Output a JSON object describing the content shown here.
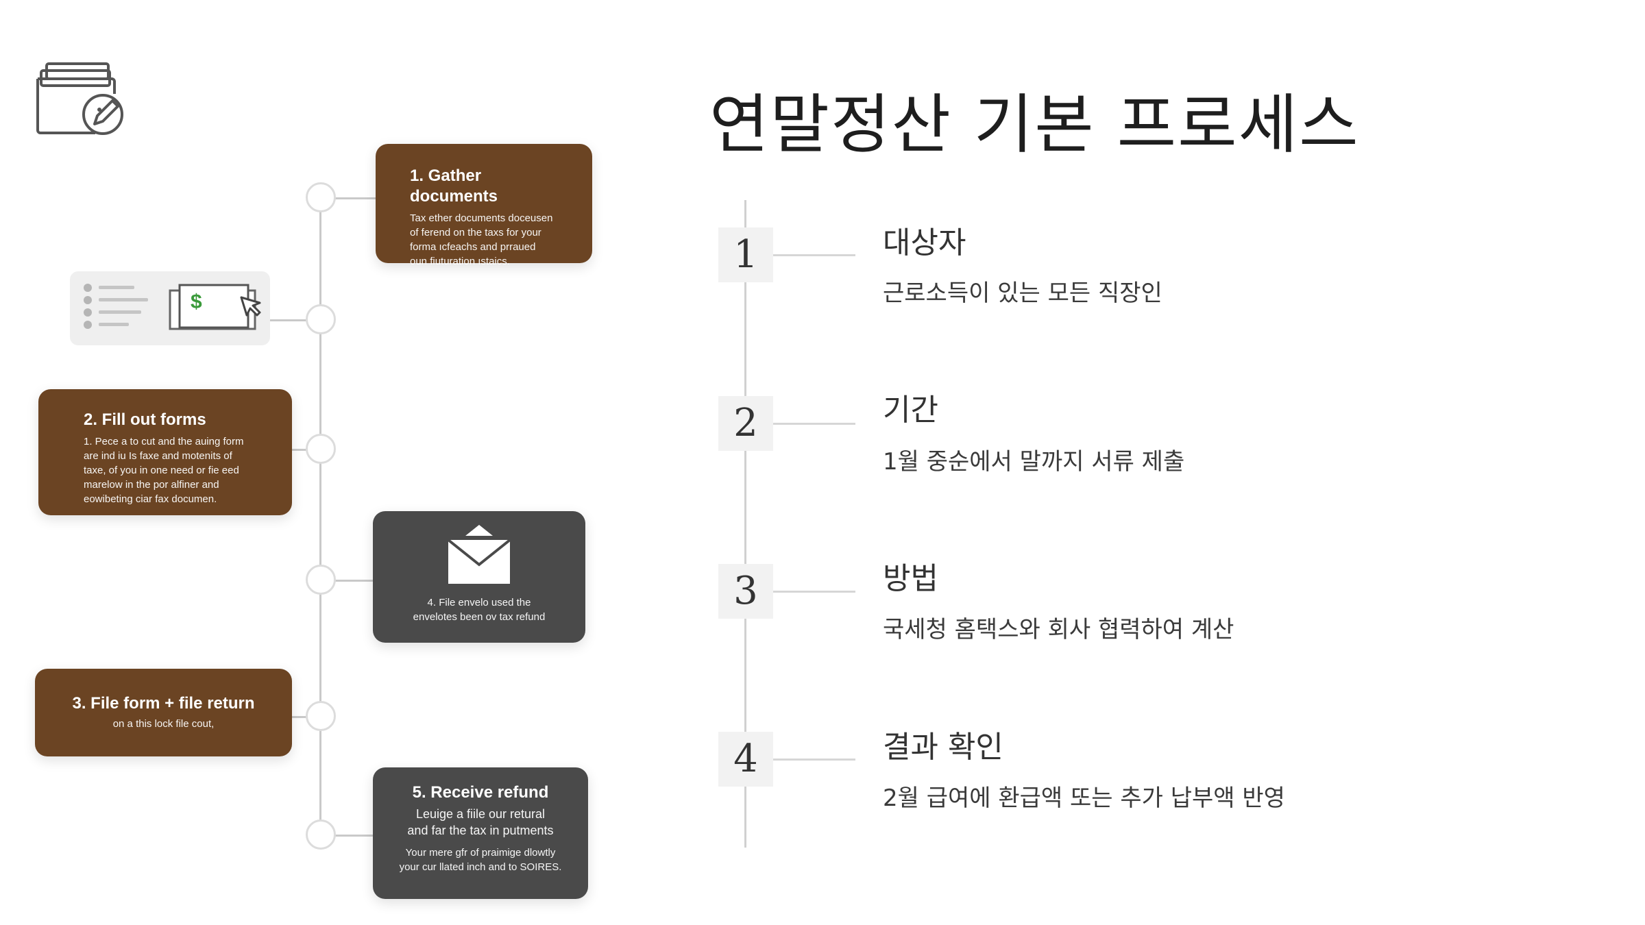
{
  "title": "연말정산 기본 프로세스",
  "left_flow": {
    "cards": [
      {
        "title": "1. Gather documents",
        "text": [
          "Tax ether documents doceusen",
          "of ferend on the taxs for your",
          "forma ıcfeachs and prraued",
          "oun fiuturation ıstaics."
        ]
      },
      {
        "title": "2. Fill out forms",
        "text": [
          "1. Pece a to cut and the auing form",
          "are ind iu Is faxe and motenits of",
          "taxe, of you in one need or fie eed",
          "marelow in the por alfiner and",
          "eowibeting ciar fax documen."
        ]
      },
      {
        "title": "3. File form + file return",
        "text": [
          "on a this lock file cout,"
        ]
      },
      {
        "title": "",
        "text": [
          "4. File envelo used the",
          "envelotes been ov tax refund"
        ]
      },
      {
        "title": "5.  Receive refund",
        "text": [
          "Leuige a fiile our retural",
          "and far the tax in putments"
        ],
        "text2": [
          "Your mere gfr of praimige dlowtly",
          "your cur llated inch and to SOIRES."
        ]
      }
    ],
    "illustration": {
      "symbol": "$"
    }
  },
  "steps": [
    {
      "number": "1",
      "heading": "대상자",
      "description": "근로소득이 있는 모든 직장인"
    },
    {
      "number": "2",
      "heading": "기간",
      "description": "1월 중순에서 말까지 서류 제출"
    },
    {
      "number": "3",
      "heading": "방법",
      "description": "국세청 홈택스와 회사 협력하여 계산"
    },
    {
      "number": "4",
      "heading": "결과 확인",
      "description": "2월 급여에 환급액 또는 추가 납부액 반영"
    }
  ],
  "colors": {
    "brown": "#6b4423",
    "gray": "#4a4a4a",
    "dollar": "#3a9a3a"
  },
  "icons": [
    "folder-pencil-icon",
    "envelope-icon",
    "list-icon",
    "money-cursor-icon"
  ]
}
